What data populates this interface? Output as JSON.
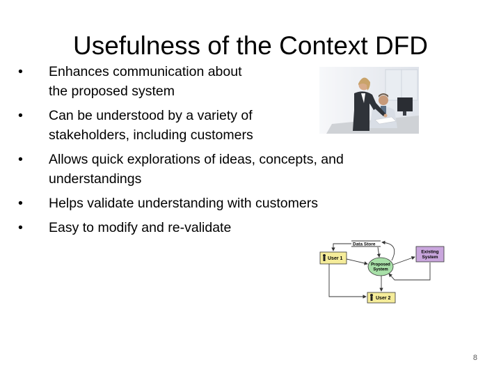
{
  "slide": {
    "title": "Usefulness of the Context DFD",
    "bullet_symbol": "•",
    "bullets": [
      {
        "line1": "Enhances communication about",
        "line2": "the proposed system"
      },
      {
        "line1": "Can be understood by a variety of",
        "line2": "stakeholders, including customers"
      },
      {
        "line1": "Allows quick explorations of ideas, concepts, and",
        "line2": "understandings"
      },
      {
        "line1": "Helps validate understanding with customers"
      },
      {
        "line1": "Easy to modify and re-validate"
      }
    ],
    "page_number": "8"
  },
  "diagram": {
    "data_store": "Data Store",
    "user1": "User 1",
    "process_line1": "Proposed",
    "process_line2": "System",
    "existing_line1": "Existing",
    "existing_line2": "System",
    "user2": "User 2"
  },
  "colors": {
    "user_box": "#f5ec9a",
    "process_circle": "#a8e0a8",
    "existing_box": "#c9a6dd",
    "arrow": "#333333"
  }
}
